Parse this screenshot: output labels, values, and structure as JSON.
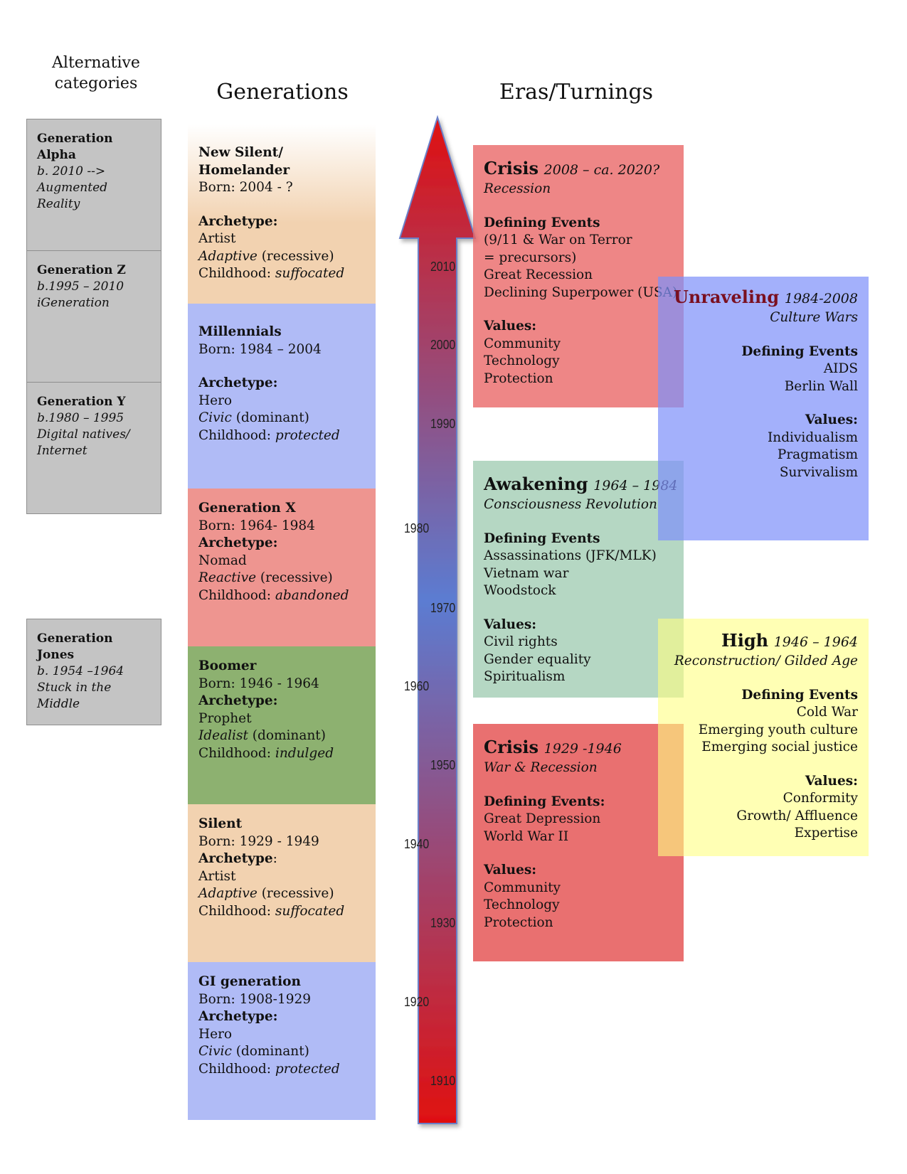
{
  "headers": {
    "alternative": "Alternative categories",
    "generations": "Generations",
    "eras": "Eras/Turnings"
  },
  "alternative_categories": [
    {
      "name_l1": "Generation",
      "name_l2": "Alpha",
      "born": "b. 2010 -->",
      "desc_l1": "Augmented",
      "desc_l2": "Reality"
    },
    {
      "name": "Generation Z",
      "born": "b.1995 – 2010",
      "desc": "iGeneration"
    },
    {
      "name": "Generation Y",
      "born": "b.1980  – 1995",
      "desc_l1": "Digital natives/",
      "desc_l2": " Internet"
    },
    {
      "name": "Generation Jones",
      "born": "b. 1954 –1964",
      "desc": "Stuck in the Middle"
    }
  ],
  "generations": [
    {
      "name_l1": "New Silent/",
      "name_l2": "Homelander",
      "born": "Born: 2004 - ?",
      "archetype_label": "Archetype:",
      "archetype": "Artist",
      "mode": "Adaptive",
      "mode_note": " (recessive)",
      "childhood_label": "Childhood: ",
      "childhood": "suffocated",
      "color": "#f2d2b0"
    },
    {
      "name": "Millennials",
      "born": "Born: 1984 – 2004",
      "archetype_label": "Archetype:",
      "archetype": "Hero",
      "mode": "Civic",
      "mode_note": " (dominant)",
      "childhood_label": "Childhood: ",
      "childhood": "protected",
      "color": "#b0bbf6"
    },
    {
      "name": "Generation X",
      "born": "Born: 1964- 1984",
      "archetype_label": "Archetype:",
      "archetype": "Nomad",
      "mode": "Reactive",
      "mode_note": " (recessive)",
      "childhood_label": "Childhood: ",
      "childhood": "abandoned",
      "color": "#ee9590"
    },
    {
      "name": "Boomer",
      "born": "Born: 1946 - 1964",
      "archetype_label": "Archetype:",
      "archetype": "Prophet",
      "mode": "Idealist",
      "mode_note": " (dominant)",
      "childhood_label": "Childhood: ",
      "childhood": "indulged",
      "color": "#8db170"
    },
    {
      "name": "Silent",
      "born": "Born: 1929 - 1949",
      "archetype_label": "Archetype",
      "archetype_colon": ":",
      "archetype": "Artist",
      "mode": "Adaptive",
      "mode_note": " (recessive)",
      "childhood_label": "Childhood: ",
      "childhood": "suffocated",
      "color": "#f2d2b0"
    },
    {
      "name": "GI generation",
      "born": "Born: 1908-1929",
      "archetype_label": "Archetype:",
      "archetype": "Hero",
      "mode": "Civic",
      "mode_note": " (dominant)",
      "childhood_label": "Childhood: ",
      "childhood": "protected",
      "color": "#b0bbf6"
    }
  ],
  "timeline": {
    "years": [
      "2010",
      "2000",
      "1990",
      "1980",
      "1970",
      "1960",
      "1950",
      "1940",
      "1930",
      "1920",
      "1910"
    ],
    "colors": {
      "top": "#e01010",
      "middle": "#5b7cd2",
      "bottom": "#e01010"
    }
  },
  "eras": {
    "crisis_2008": {
      "name": "Crisis",
      "dates": "2008 – ca. 2020?",
      "subtitle": "Recession",
      "events_label": "Defining Events",
      "events": [
        "(9/11 & War on Terror",
        " = precursors)",
        "Great Recession",
        "Declining Superpower (USA)"
      ],
      "values_label": "Values:",
      "values": [
        "Community",
        "Technology",
        "Protection"
      ],
      "color": "#ed8080"
    },
    "unraveling": {
      "name": "Unraveling",
      "dates": "1984-2008",
      "subtitle": "Culture Wars",
      "events_label": "Defining Events",
      "events": [
        "AIDS",
        "Berlin Wall"
      ],
      "values_label": "Values:",
      "values": [
        "Individualism",
        "Pragmatism",
        "Survivalism"
      ],
      "color": "#8b9cf9"
    },
    "awakening": {
      "name": "Awakening",
      "dates": "1964 – 1984",
      "subtitle": "Consciousness Revolution",
      "events_label": "Defining Events",
      "events": [
        "Assassinations (JFK/MLK)",
        "Vietnam war",
        "Woodstock"
      ],
      "values_label": "Values:",
      "values": [
        "Civil rights",
        "Gender equality",
        "Spiritualism"
      ],
      "color": "#a9d0b8"
    },
    "high": {
      "name": "High",
      "dates": "1946 – 1964",
      "subtitle": "Reconstruction/ Gilded Age",
      "events_label": "Defining Events",
      "events": [
        "Cold War",
        "Emerging youth culture",
        "Emerging social justice"
      ],
      "values_label": "Values:",
      "values": [
        "Conformity",
        "Growth/ Affluence",
        "Expertise"
      ],
      "color": "#ffffaa"
    },
    "crisis_1929": {
      "name": "Crisis",
      "dates": "1929 -1946",
      "subtitle": "War & Recession",
      "events_label": "Defining Events:",
      "events": [
        "Great Depression",
        "World War II"
      ],
      "values_label": "Values:",
      "values": [
        "Community",
        "Technology",
        "Protection"
      ],
      "color": "#e65555"
    }
  }
}
